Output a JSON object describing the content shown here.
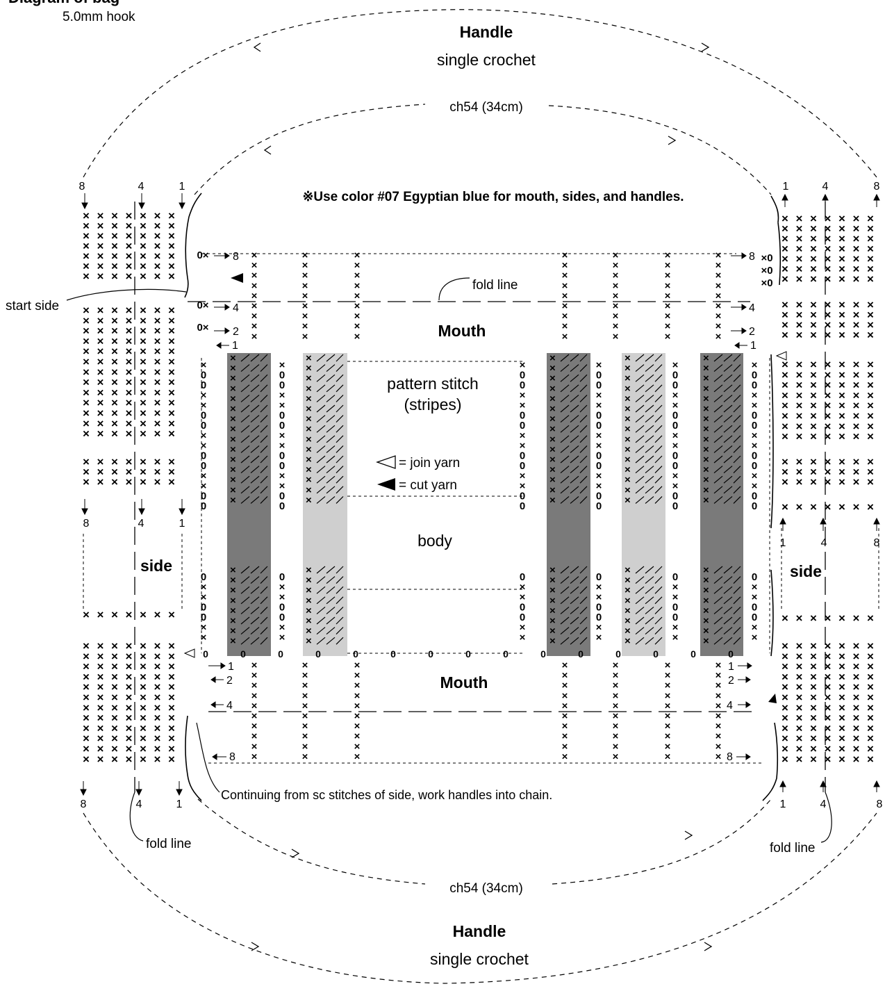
{
  "header": {
    "title_partial": "Diagram of bag",
    "hook": "5.0mm hook"
  },
  "handles": {
    "top_title": "Handle",
    "top_subtitle": "single crochet",
    "top_chain": "ch54 (34cm)",
    "bottom_title": "Handle",
    "bottom_subtitle": "single crochet",
    "bottom_chain": "ch54 (34cm)"
  },
  "note": "※Use color #07 Egyptian blue for mouth, sides, and handles.",
  "labels": {
    "start_side": "start side",
    "fold_line": "fold line",
    "mouth": "Mouth",
    "pattern_stitch": "pattern stitch",
    "stripes": "(stripes)",
    "join_yarn": "= join yarn",
    "cut_yarn": "= cut yarn",
    "body": "body",
    "side": "side",
    "continuing": "Continuing from sc stitches of side, work handles into chain."
  },
  "row_numbers": {
    "r1": "1",
    "r2": "2",
    "r4": "4",
    "r8": "8"
  },
  "symbols": {
    "single_crochet": "×",
    "chain": "0"
  },
  "colors": {
    "stripe_dark": "#7a7a7a",
    "stripe_light": "#cfcfcf",
    "ink": "#000000"
  }
}
